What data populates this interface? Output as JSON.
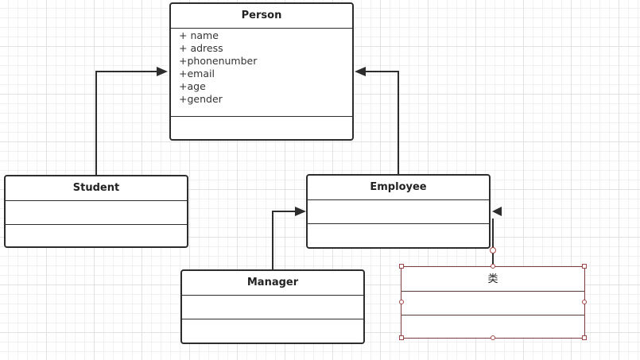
{
  "classes": {
    "person": {
      "name": "Person",
      "attributes": [
        "+ name",
        "+ adress",
        "+phonenumber",
        "+email",
        "+age",
        "+gender"
      ]
    },
    "student": {
      "name": "Student"
    },
    "employee": {
      "name": "Employee"
    },
    "manager": {
      "name": "Manager"
    },
    "new_class": {
      "name": "类"
    }
  },
  "relations": [
    {
      "type": "generalization",
      "from": "Student",
      "to": "Person"
    },
    {
      "type": "generalization",
      "from": "Employee",
      "to": "Person"
    },
    {
      "type": "generalization",
      "from": "Manager",
      "to": "Employee"
    },
    {
      "type": "generalization",
      "from": "类",
      "to": "Employee"
    }
  ],
  "colors": {
    "line": "#2d2d2d",
    "selection": "#a04848"
  }
}
